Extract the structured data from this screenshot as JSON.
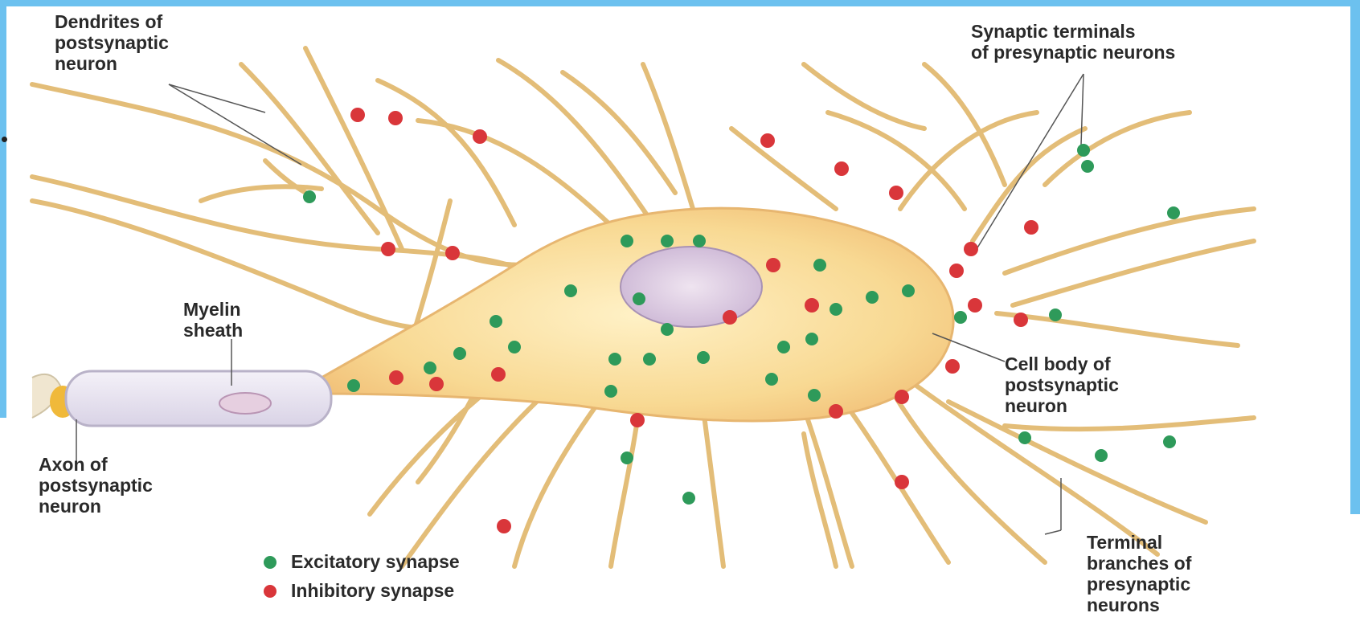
{
  "labels": {
    "dendrites": [
      "Dendrites of",
      "postsynaptic",
      "neuron"
    ],
    "synaptic_terminals": [
      "Synaptic terminals",
      "of presynaptic neurons"
    ],
    "myelin": [
      "Myelin",
      "sheath"
    ],
    "axon": [
      "Axon of",
      "postsynaptic",
      "neuron"
    ],
    "cell_body": [
      "Cell body of",
      "postsynaptic",
      "neuron"
    ],
    "terminal_branches": [
      "Terminal",
      "branches of",
      "presynaptic",
      "neurons"
    ]
  },
  "legend": {
    "excitatory": "Excitatory synapse",
    "inhibitory": "Inhibitory synapse"
  },
  "colors": {
    "excitatory": "#2e9a5a",
    "inhibitory": "#d9363a",
    "fiber": "#e8c785",
    "soma": "#f8dd9a",
    "frame": "#6cc1ef"
  }
}
